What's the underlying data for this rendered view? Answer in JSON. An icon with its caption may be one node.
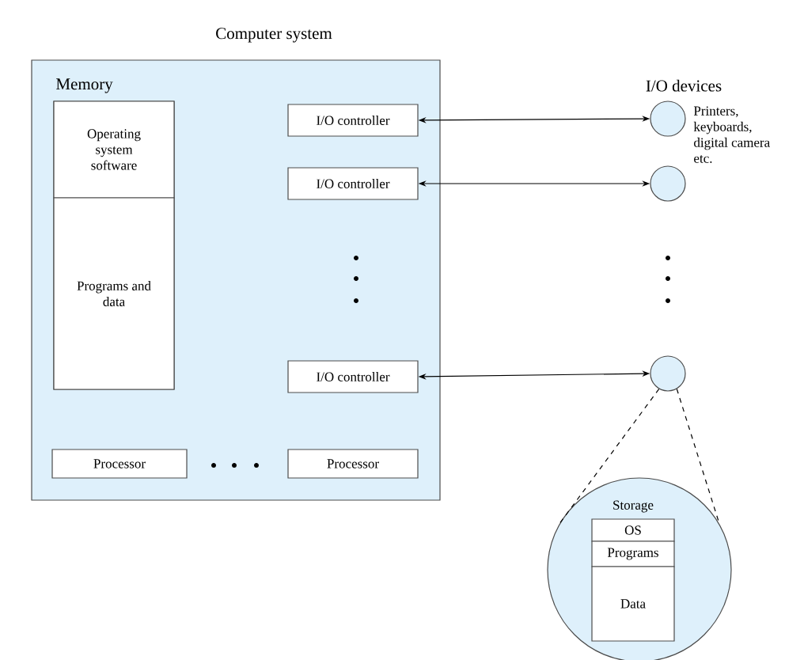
{
  "diagram": {
    "nodes": [
      {
        "text": [
          "Computer system"
        ]
      },
      {
        "text": [
          "Memory"
        ],
        "in": 0
      },
      {
        "text": [
          "Operating system software"
        ],
        "in": 1
      },
      {
        "text": [
          "Programs and data"
        ],
        "in": 1
      },
      {
        "text": [
          "I/O controller"
        ],
        "in": 0
      },
      {
        "text": [
          "I/O controller"
        ],
        "in": 0
      },
      {
        "text": [
          "I/O controller"
        ],
        "in": 0
      },
      {
        "text": [
          "Processor"
        ],
        "in": 0
      },
      {
        "text": [
          "Processor"
        ],
        "in": 0
      },
      {
        "text": [],
        "shape": "circle"
      },
      {
        "text": [],
        "shape": "circle"
      },
      {
        "text": [],
        "shape": "circle"
      },
      {
        "text": [
          "Storage"
        ]
      },
      {
        "text": [
          "OS"
        ],
        "in": 12
      },
      {
        "text": [
          "Programs"
        ],
        "in": 12
      },
      {
        "text": [
          "Data"
        ],
        "in": 12
      }
    ],
    "edges": [
      {
        "from": 4,
        "to": 9,
        "arrow": "both"
      },
      {
        "from": 5,
        "to": 10,
        "arrow": "both"
      },
      {
        "from": 6,
        "to": 11,
        "arrow": "both"
      },
      {
        "from": 11,
        "to": 12,
        "arrow": "none",
        "style": "dashed"
      },
      {
        "from": 11,
        "to": 12,
        "arrow": "none",
        "style": "dashed"
      }
    ],
    "labels": [
      "I/O devices",
      "Printers, keyboards, digital camera etc."
    ]
  }
}
